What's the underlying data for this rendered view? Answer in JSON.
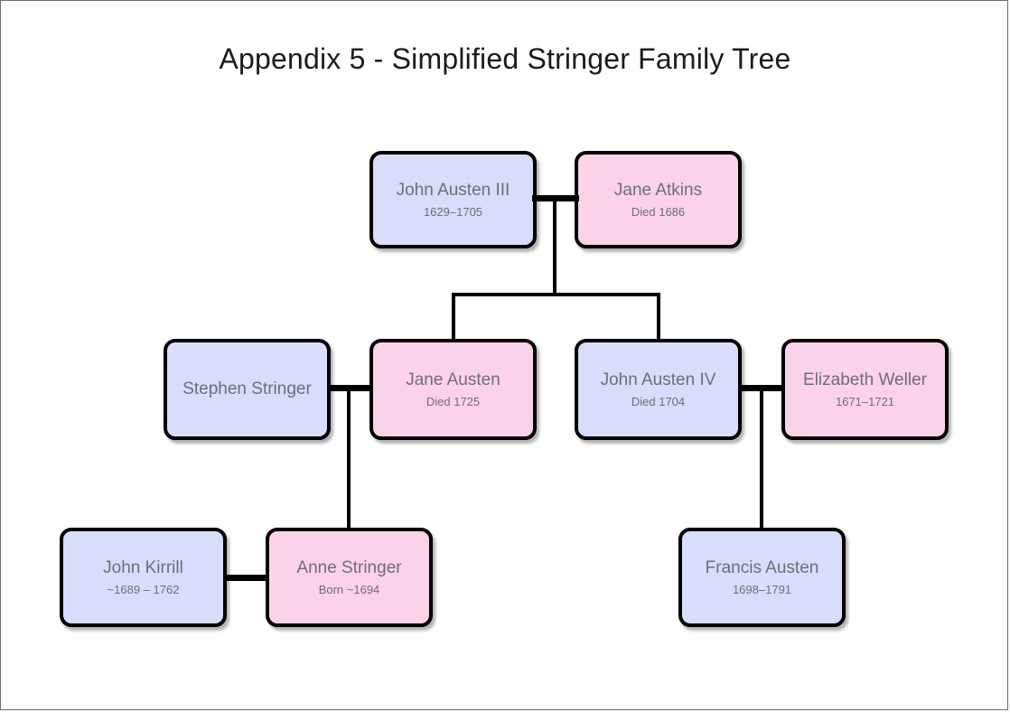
{
  "page": {
    "title": "Appendix 5 - Simplified Stringer Family Tree",
    "frame_color": "#6b6b70",
    "background": "#ffffff"
  },
  "palette": {
    "male_fill": "#d7ddfb",
    "female_fill": "#fcd2e8",
    "stroke": "#000000",
    "text": "#6e6e78",
    "title_text": "#1c1c1c"
  },
  "chart_data": {
    "type": "diagram",
    "diagram_kind": "family-tree",
    "title": "Appendix 5 - Simplified Stringer Family Tree",
    "generations": [
      {
        "index": 0,
        "people": [
          {
            "id": "john_austen_iii",
            "name": "John Austen III",
            "dates": "1629–1705",
            "sex": "male"
          },
          {
            "id": "jane_atkins",
            "name": "Jane Atkins",
            "dates": "Died 1686",
            "sex": "female"
          }
        ]
      },
      {
        "index": 1,
        "people": [
          {
            "id": "stephen_stringer",
            "name": "Stephen Stringer",
            "dates": "",
            "sex": "male"
          },
          {
            "id": "jane_austen",
            "name": "Jane Austen",
            "dates": "Died 1725",
            "sex": "female"
          },
          {
            "id": "john_austen_iv",
            "name": "John Austen IV",
            "dates": "Died 1704",
            "sex": "male"
          },
          {
            "id": "elizabeth_weller",
            "name": "Elizabeth Weller",
            "dates": "1671–1721",
            "sex": "female"
          }
        ]
      },
      {
        "index": 2,
        "people": [
          {
            "id": "john_kirrill",
            "name": "John Kirrill",
            "dates": "~1689 – 1762",
            "sex": "male"
          },
          {
            "id": "anne_stringer",
            "name": "Anne Stringer",
            "dates": "Born ~1694",
            "sex": "female"
          },
          {
            "id": "francis_austen",
            "name": "Francis Austen",
            "dates": "1698–1791",
            "sex": "male"
          }
        ]
      }
    ],
    "marriages": [
      {
        "spouses": [
          "john_austen_iii",
          "jane_atkins"
        ],
        "children": [
          "jane_austen",
          "john_austen_iv"
        ]
      },
      {
        "spouses": [
          "stephen_stringer",
          "jane_austen"
        ],
        "children": [
          "anne_stringer"
        ]
      },
      {
        "spouses": [
          "john_austen_iv",
          "elizabeth_weller"
        ],
        "children": [
          "francis_austen"
        ]
      },
      {
        "spouses": [
          "john_kirrill",
          "anne_stringer"
        ],
        "children": []
      }
    ]
  }
}
